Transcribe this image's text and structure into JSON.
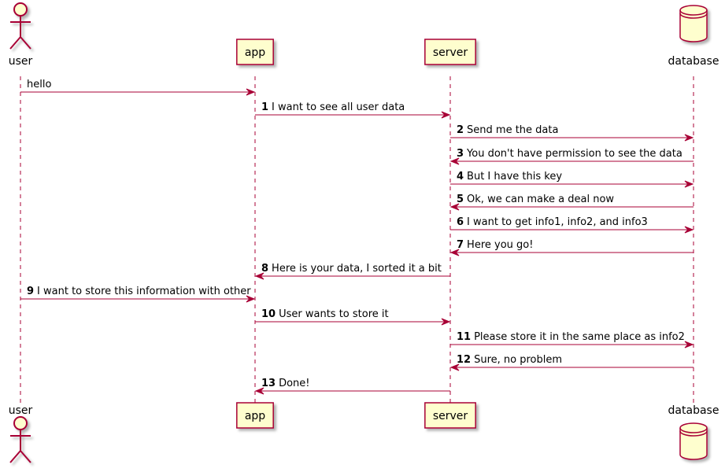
{
  "participants": [
    {
      "id": "user",
      "label": "user",
      "kind": "actor"
    },
    {
      "id": "app",
      "label": "app",
      "kind": "box"
    },
    {
      "id": "server",
      "label": "server",
      "kind": "box"
    },
    {
      "id": "database",
      "label": "database",
      "kind": "database"
    }
  ],
  "messages": [
    {
      "from": "user",
      "to": "app",
      "num": "",
      "text": "hello"
    },
    {
      "from": "app",
      "to": "server",
      "num": "1",
      "text": "I want to see all user data"
    },
    {
      "from": "server",
      "to": "database",
      "num": "2",
      "text": "Send me the data"
    },
    {
      "from": "database",
      "to": "server",
      "num": "3",
      "text": "You don't have permission to see the data"
    },
    {
      "from": "server",
      "to": "database",
      "num": "4",
      "text": "But I have this key"
    },
    {
      "from": "database",
      "to": "server",
      "num": "5",
      "text": "Ok, we can make a deal now"
    },
    {
      "from": "server",
      "to": "database",
      "num": "6",
      "text": "I want to get info1, info2, and info3"
    },
    {
      "from": "database",
      "to": "server",
      "num": "7",
      "text": "Here you go!"
    },
    {
      "from": "server",
      "to": "app",
      "num": "8",
      "text": "Here is your data, I sorted it a bit"
    },
    {
      "from": "user",
      "to": "app",
      "num": "9",
      "text": "I want to store this information with other"
    },
    {
      "from": "app",
      "to": "server",
      "num": "10",
      "text": "User wants to store it"
    },
    {
      "from": "server",
      "to": "database",
      "num": "11",
      "text": "Please store it in the same place as info2"
    },
    {
      "from": "database",
      "to": "server",
      "num": "12",
      "text": "Sure, no problem"
    },
    {
      "from": "server",
      "to": "app",
      "num": "13",
      "text": "Done!"
    }
  ],
  "colors": {
    "line": "#a80036",
    "fill": "#fefece",
    "shadow": "#cfcfcf"
  }
}
